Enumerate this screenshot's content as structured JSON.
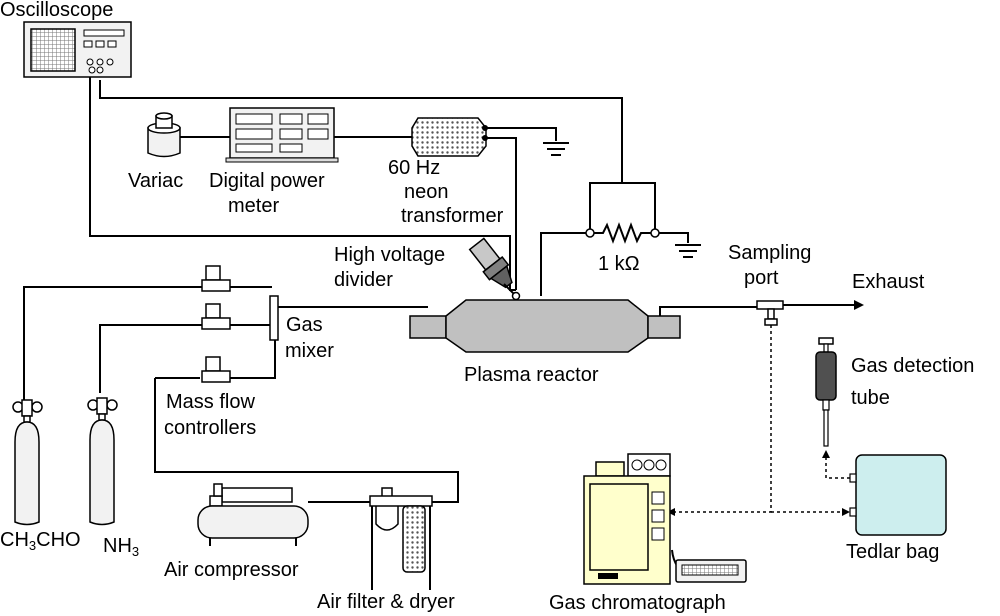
{
  "labels": {
    "oscilloscope": "Oscilloscope",
    "variac": "Variac",
    "power_meter_line1": "Digital power",
    "power_meter_line2": "meter",
    "transformer_line1": "60 Hz",
    "transformer_line2": "neon",
    "transformer_line3": "transformer",
    "hv_divider_line1": "High voltage",
    "hv_divider_line2": "divider",
    "resistor": "1 kΩ",
    "sampling_line1": "Sampling",
    "sampling_line2": "port",
    "exhaust": "Exhaust",
    "gas_mixer_line1": "Gas",
    "gas_mixer_line2": "mixer",
    "plasma_reactor": "Plasma reactor",
    "mfc_line1": "Mass flow",
    "mfc_line2": "controllers",
    "gas_tube_line1": "Gas detection",
    "gas_tube_line2": "tube",
    "ch3cho_a": "CH",
    "ch3cho_sub": "3",
    "ch3cho_b": "CHO",
    "nh3_a": "NH",
    "nh3_sub": "3",
    "air_compressor": "Air compressor",
    "air_filter": "Air filter & dryer",
    "gas_chromatograph": "Gas chromatograph",
    "tedlar_bag": "Tedlar bag"
  },
  "colors": {
    "reactor": "#c0c0c0",
    "tedlar_bag": "#cdeeee",
    "chromatograph": "#ffffcc",
    "equipment": "#f2f2f2",
    "detection_tube": "#505050"
  }
}
